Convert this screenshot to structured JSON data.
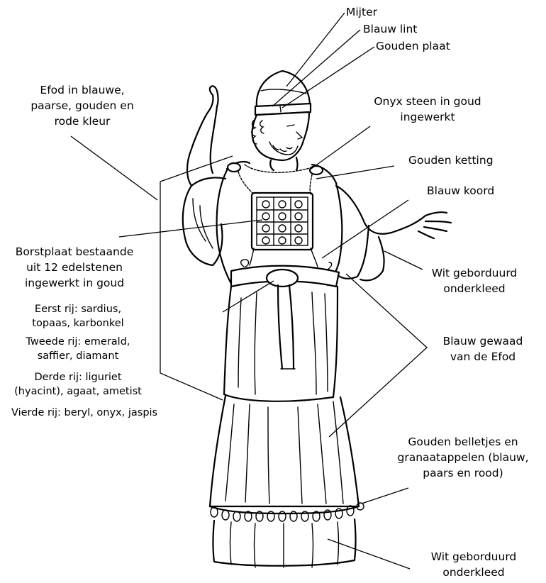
{
  "labels": {
    "mijter": "Mijter",
    "blauw_lint": "Blauw lint",
    "gouden_plaat": "Gouden plaat",
    "efod": [
      "Efod in blauwe,",
      "paarse, gouden en",
      "rode kleur"
    ],
    "onyx": [
      "Onyx steen in goud",
      "ingewerkt"
    ],
    "gouden_ketting": "Gouden ketting",
    "blauw_koord": "Blauw koord",
    "borstplaat": [
      "Borstplaat bestaande",
      "uit 12 edelstenen",
      "ingewerkt in goud"
    ],
    "rij1": [
      "Eerst rij: sardius,",
      "topaas, karbonkel"
    ],
    "rij2": [
      "Tweede rij: emerald,",
      "saffier, diamant"
    ],
    "rij3": [
      "Derde rij: liguriet",
      "(hyacint), agaat, ametist"
    ],
    "rij4": "Vierde rij: beryl, onyx, jaspis",
    "wit_onderkleed_1": [
      "Wit geborduurd",
      "onderkleed"
    ],
    "blauw_gewaad": [
      "Blauw gewaad",
      "van de Efod"
    ],
    "belletjes": [
      "Gouden belletjes en",
      "granaatappelen (blauw,",
      "paars en rood)"
    ],
    "wit_onderkleed_2": [
      "Wit geborduurd",
      "onderkleed"
    ]
  }
}
